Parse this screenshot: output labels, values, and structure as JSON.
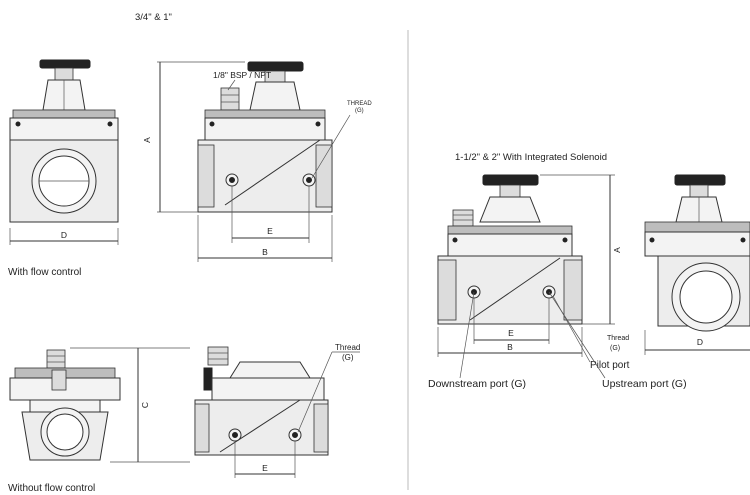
{
  "title_small": "3/4\" & 1\"",
  "title_large": "1-1/2\" & 2\" With Integrated Solenoid",
  "caption_with_flow": "With flow control",
  "caption_without_flow": "Without flow control",
  "labels": {
    "bsp_npt": "1/8\" BSP / NPT",
    "thread_g_upper": "THREAD",
    "thread_g_upper_sub": "(G)",
    "thread_lower": "Thread",
    "thread_lower_sub": "(G)",
    "thread_right": "Thread",
    "thread_right_sub": "(G)",
    "pilot_port": "Pilot port",
    "downstream_port": "Downstream port (G)",
    "upstream_port": "Upstream port (G)"
  },
  "dims": {
    "A": "A",
    "B": "B",
    "C": "C",
    "D": "D",
    "E": "E",
    "A_right": "A",
    "B_right": "B",
    "D_right": "D",
    "E_right": "E",
    "E_lower": "E"
  },
  "colors": {
    "line": "#333333",
    "body": "#f3f3f3",
    "dark": "#222222",
    "divider": "#bbbbbb"
  }
}
